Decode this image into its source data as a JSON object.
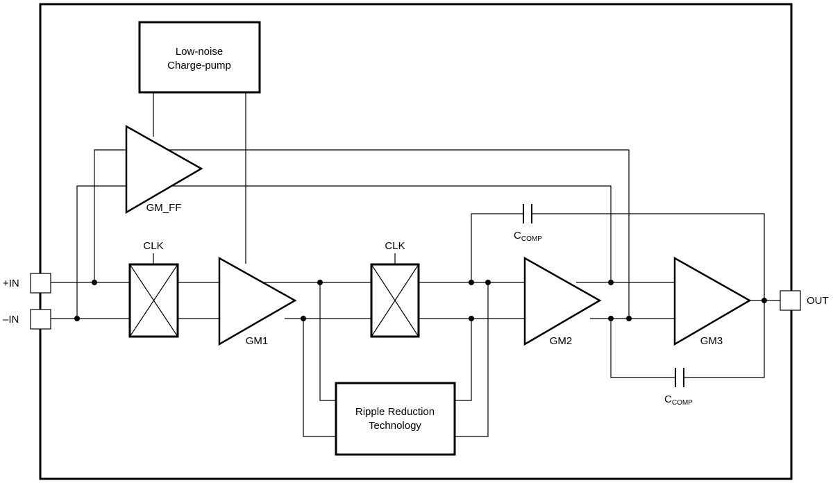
{
  "blocks": {
    "charge_pump": [
      "Low-noise",
      "Charge-pump"
    ],
    "ripple_reduction": [
      "Ripple Reduction",
      "Technology"
    ]
  },
  "amplifiers": {
    "gm_ff": "GM_FF",
    "gm1": "GM1",
    "gm2": "GM2",
    "gm3": "GM3"
  },
  "switches": {
    "clk1": "CLK",
    "clk2": "CLK"
  },
  "capacitors": {
    "top": {
      "base": "C",
      "sub": "COMP"
    },
    "bottom": {
      "base": "C",
      "sub": "COMP"
    }
  },
  "pins": {
    "in_plus": "+IN",
    "in_minus": "–IN",
    "out": "OUT"
  },
  "colors": {
    "line": "#000000",
    "background": "#ffffff"
  }
}
